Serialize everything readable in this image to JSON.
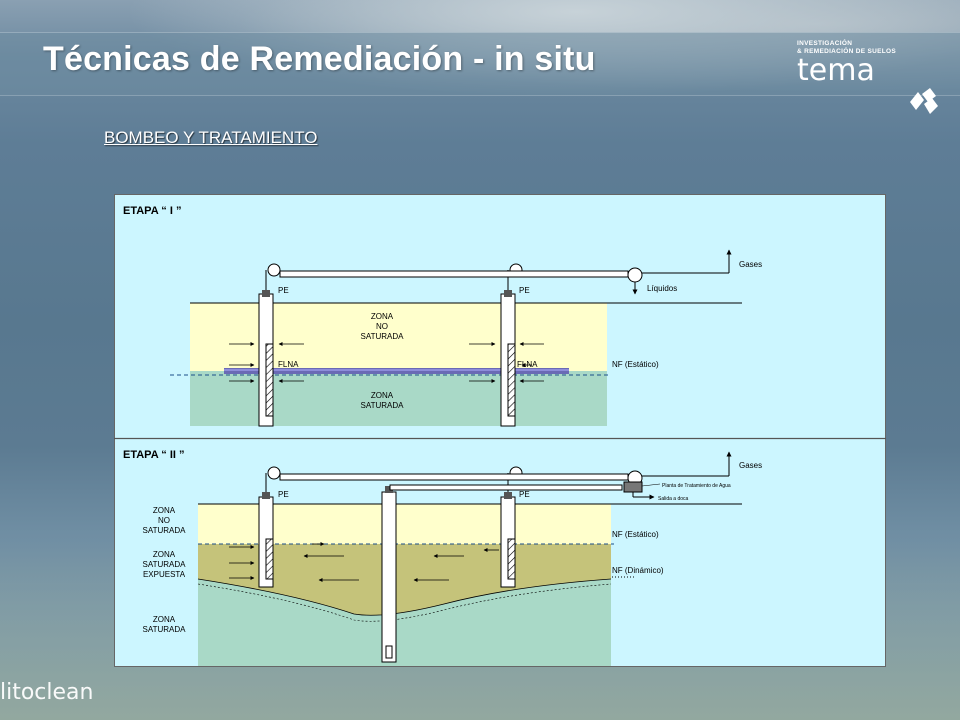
{
  "header": {
    "title": "Técnicas de Remediación - in situ",
    "logo_line1": "INVESTIGACIÓN",
    "logo_line2": "& REMEDIACIÓN DE SUELOS",
    "logo_name": "tema"
  },
  "subtitle": "BOMBEO Y TRATAMIENTO",
  "footer": {
    "brand": "litoclean"
  },
  "diagram": {
    "stage1": {
      "title": "ETAPA “ I ”",
      "well_label": "PE",
      "gases": "Gases",
      "liquids": "Líquidos",
      "zone_unsat": [
        "ZONA",
        "NO",
        "SATURADA"
      ],
      "zone_sat": [
        "ZONA",
        "SATURADA"
      ],
      "flna": "FLNA",
      "nf_static": "NF (Estático)"
    },
    "stage2": {
      "title": "ETAPA “ II ”",
      "well_label": "PE",
      "gases": "Gases",
      "plant": "Planta de Tratamiento de Agua",
      "outlet": "Salida a doca",
      "zone_unsat": [
        "ZONA",
        "NO",
        "SATURADA"
      ],
      "zone_exposed": [
        "ZONA",
        "SATURADA",
        "EXPUESTA"
      ],
      "zone_sat": [
        "ZONA",
        "SATURADA"
      ],
      "nf_static": "NF (Estático)",
      "nf_dynamic": "NF (Dinámico)"
    },
    "colors": {
      "panel": "#ccf6ff",
      "unsaturated": "#ffffcc",
      "saturated": "#a9d9c7",
      "exposed": "#c5c37a",
      "flna": "#6a6ab5",
      "line": "#000000"
    }
  }
}
